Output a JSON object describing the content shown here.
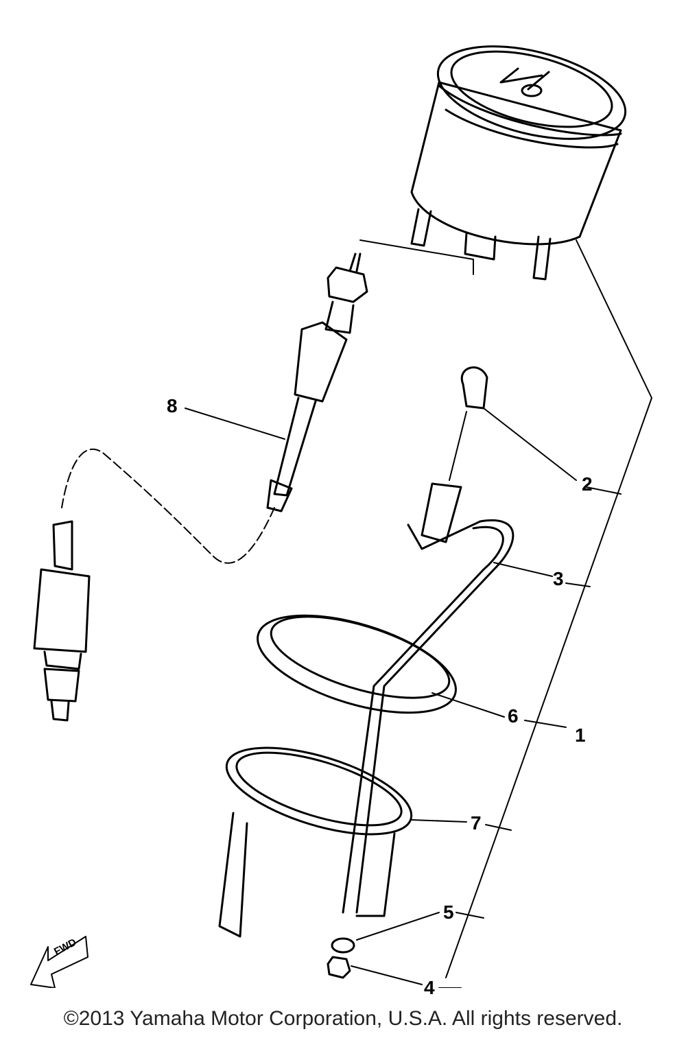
{
  "callouts": {
    "c1": "1",
    "c2": "2",
    "c3": "3",
    "c4": "4",
    "c5": "5",
    "c6": "6",
    "c7": "7",
    "c8": "8"
  },
  "fwd_label": "FWD",
  "copyright": "©2013 Yamaha Motor Corporation, U.S.A. All rights reserved."
}
